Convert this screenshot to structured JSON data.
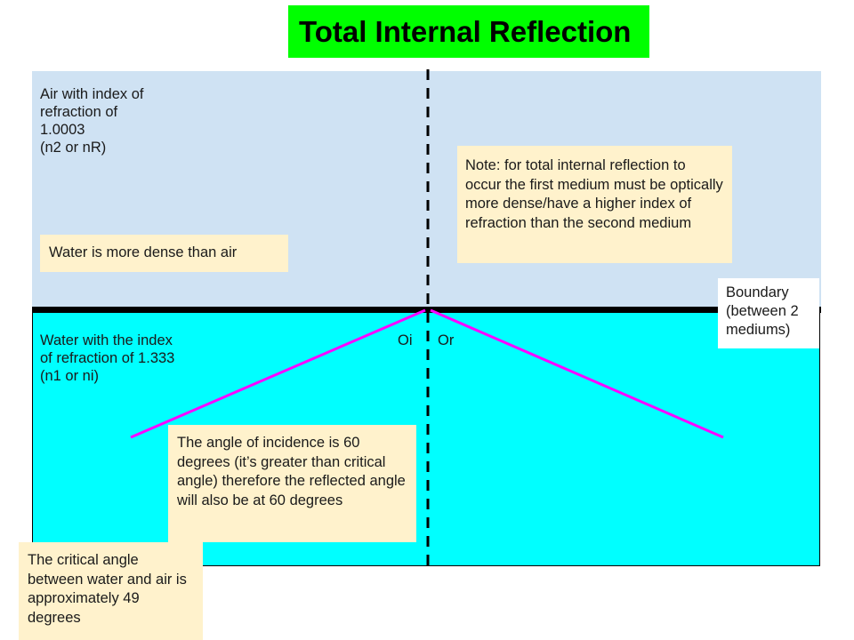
{
  "title": "Total Internal Reflection",
  "colors": {
    "title_bg": "#00ff00",
    "air": "#cfe2f3",
    "water": "#00ffff",
    "ray": "#ff00ff",
    "note_bg": "#fff2cc",
    "boundary": "#000000"
  },
  "air": {
    "label": "Air with index of\nrefraction of\n1.0003\n (n2 or nR)",
    "index": "1.0003"
  },
  "water": {
    "label": "Water with the index\nof refraction of 1.333\n (n1 or ni)",
    "index": "1.333"
  },
  "angle_labels": {
    "incident": "Oi",
    "reflected": "Or"
  },
  "notes": {
    "density": "Water is more dense than air",
    "condition": "Note: for total internal reflection to occur the first medium must be optically more dense/have a higher index of refraction than the second medium",
    "boundary": "Boundary (between 2 mediums)",
    "incidence": "The angle of incidence is 60 degrees (it’s greater than critical angle) therefore the reflected angle will also be at 60 degrees",
    "critical": "The critical angle between water and air is approximately 49 degrees"
  },
  "rays": {
    "incidence_angle_deg": 60,
    "reflection_angle_deg": 60,
    "critical_angle_deg": 49
  }
}
